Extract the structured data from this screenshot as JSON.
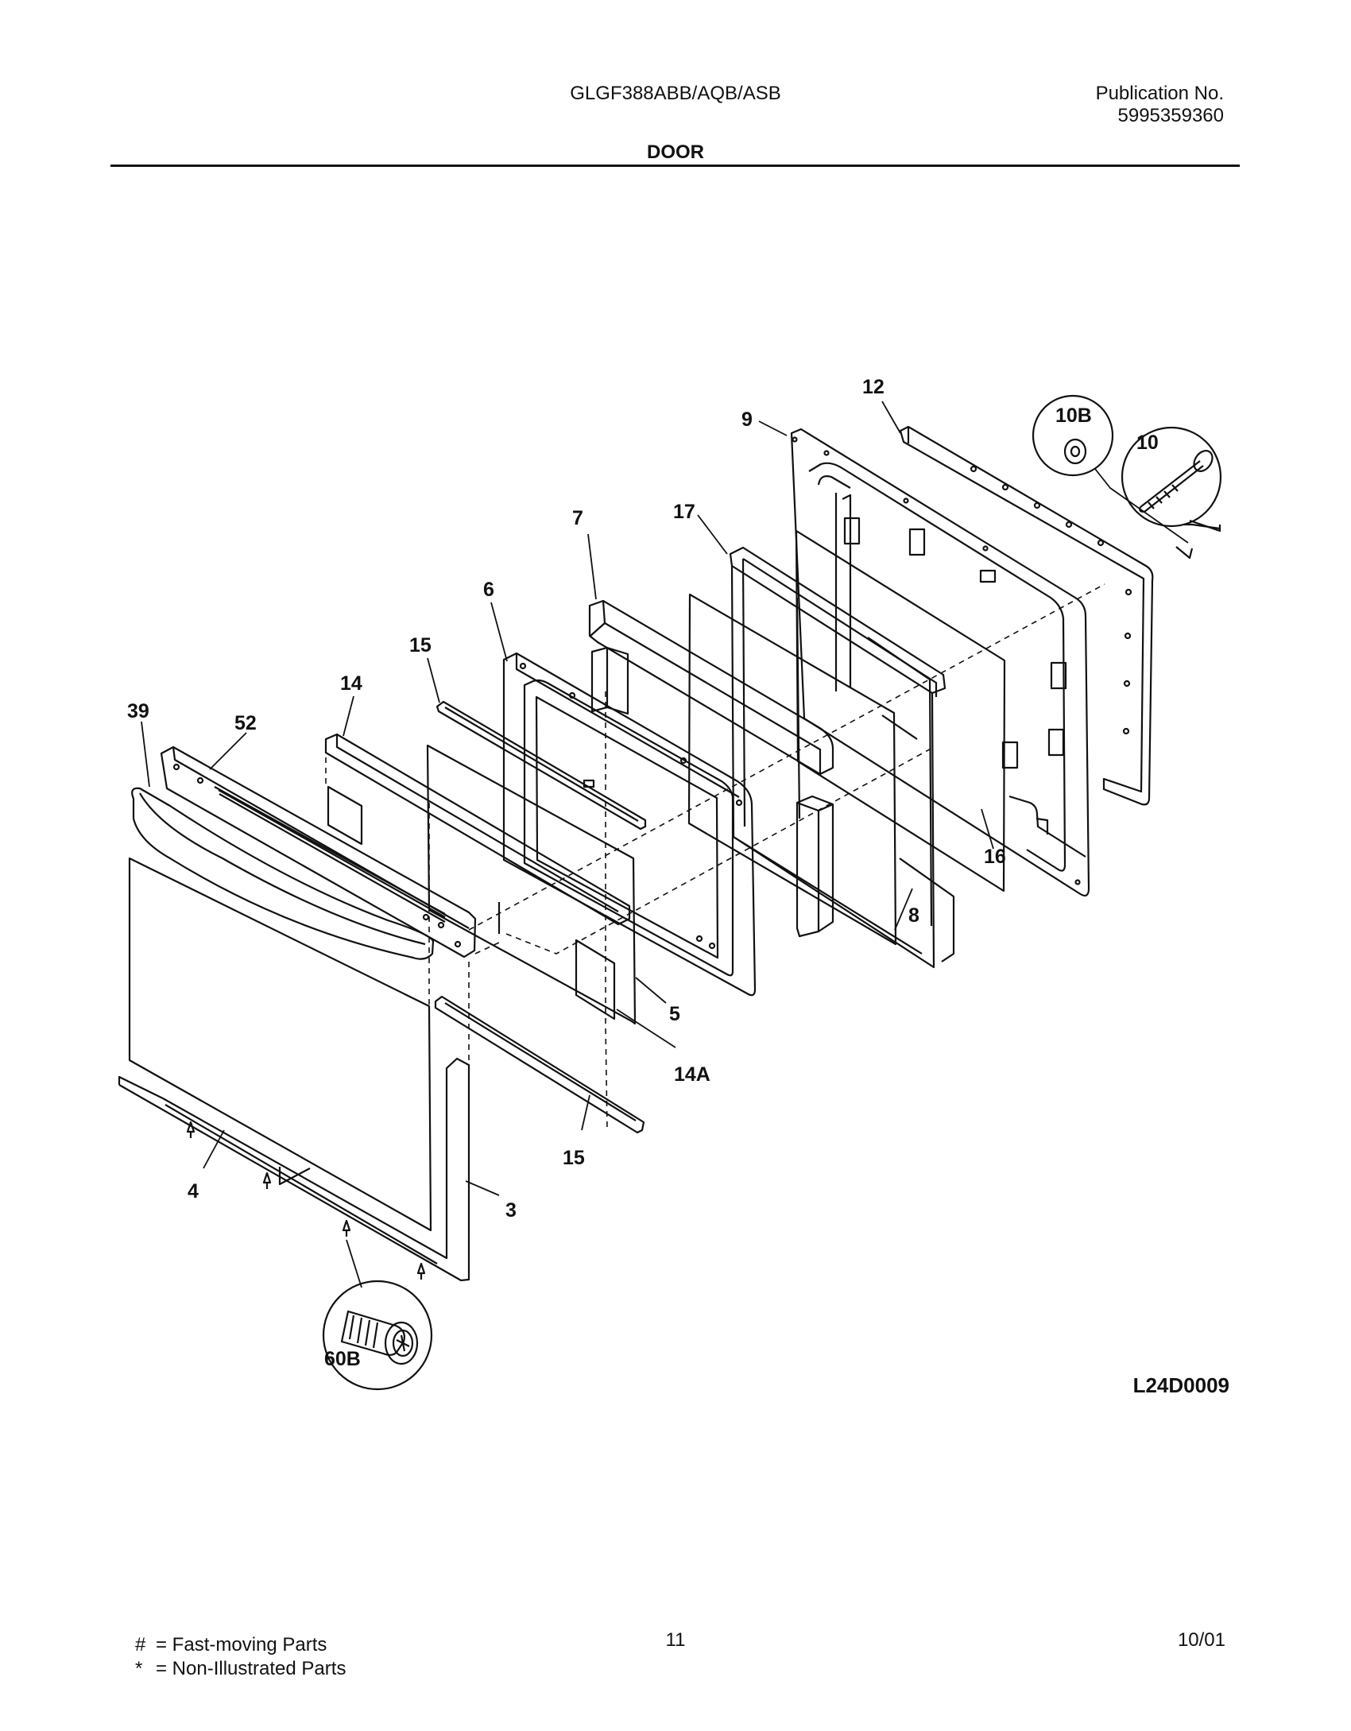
{
  "header": {
    "model": "GLGF388ABB/AQB/ASB",
    "publication_label": "Publication No.",
    "publication_number": "5995359360",
    "section_title": "DOOR"
  },
  "callouts": {
    "c9": "9",
    "c12": "12",
    "c10B": "10B",
    "c10": "10",
    "c7": "7",
    "c17": "17",
    "c6": "6",
    "c15a": "15",
    "c14": "14",
    "c39": "39",
    "c52": "52",
    "c16": "16",
    "c8": "8",
    "c5": "5",
    "c14A": "14A",
    "c15b": "15",
    "c4": "4",
    "c3": "3",
    "c60B": "60B"
  },
  "diagram_code": "L24D0009",
  "footer": {
    "legend": [
      {
        "symbol": "#",
        "text": "=  Fast-moving Parts"
      },
      {
        "symbol": "*",
        "text": "=  Non-Illustrated Parts"
      }
    ],
    "page_number": "11",
    "date": "10/01"
  }
}
